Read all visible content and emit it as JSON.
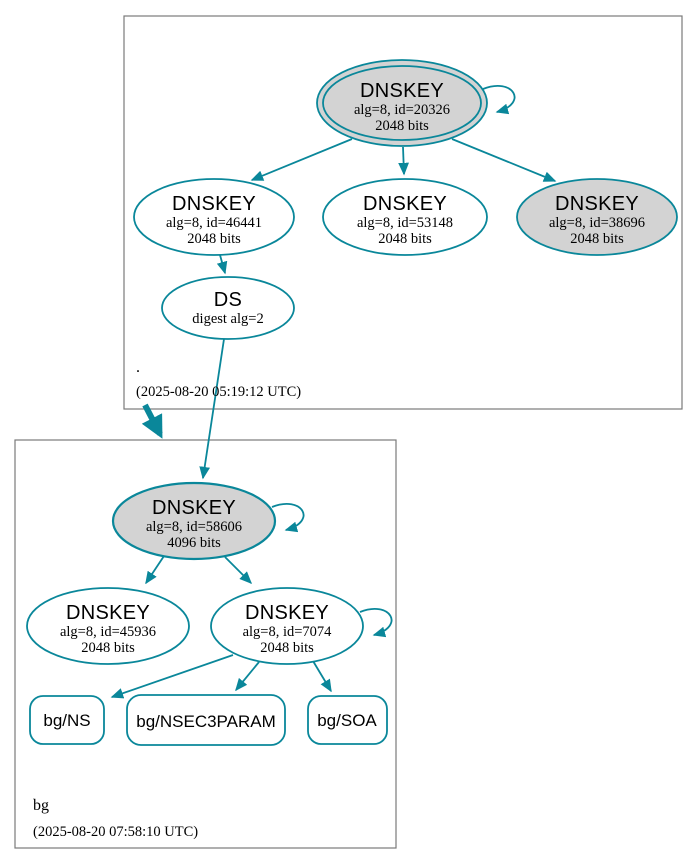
{
  "colors": {
    "edge_secure": "#0a879a",
    "node_fill_ksk": "#d3d3d3",
    "node_fill": "#ffffff",
    "zone_box_border": "#7a7a7a",
    "text": "#000000"
  },
  "zones": {
    "root": {
      "label": ".",
      "timestamp": "(2025-08-20 05:19:12 UTC)",
      "nodes": {
        "dnskey_20326": {
          "title": "DNSKEY",
          "detail": "alg=8, id=20326",
          "size": "2048 bits"
        },
        "dnskey_46441": {
          "title": "DNSKEY",
          "detail": "alg=8, id=46441",
          "size": "2048 bits"
        },
        "dnskey_53148": {
          "title": "DNSKEY",
          "detail": "alg=8, id=53148",
          "size": "2048 bits"
        },
        "dnskey_38696": {
          "title": "DNSKEY",
          "detail": "alg=8, id=38696",
          "size": "2048 bits"
        },
        "ds": {
          "title": "DS",
          "detail": "digest alg=2"
        }
      }
    },
    "bg": {
      "label": "bg",
      "timestamp": "(2025-08-20 07:58:10 UTC)",
      "nodes": {
        "dnskey_58606": {
          "title": "DNSKEY",
          "detail": "alg=8, id=58606",
          "size": "4096 bits"
        },
        "dnskey_45936": {
          "title": "DNSKEY",
          "detail": "alg=8, id=45936",
          "size": "2048 bits"
        },
        "dnskey_7074": {
          "title": "DNSKEY",
          "detail": "alg=8, id=7074",
          "size": "2048 bits"
        },
        "rrset_ns": {
          "label": "bg/NS"
        },
        "rrset_nsec3param": {
          "label": "bg/NSEC3PARAM"
        },
        "rrset_soa": {
          "label": "bg/SOA"
        }
      }
    }
  }
}
